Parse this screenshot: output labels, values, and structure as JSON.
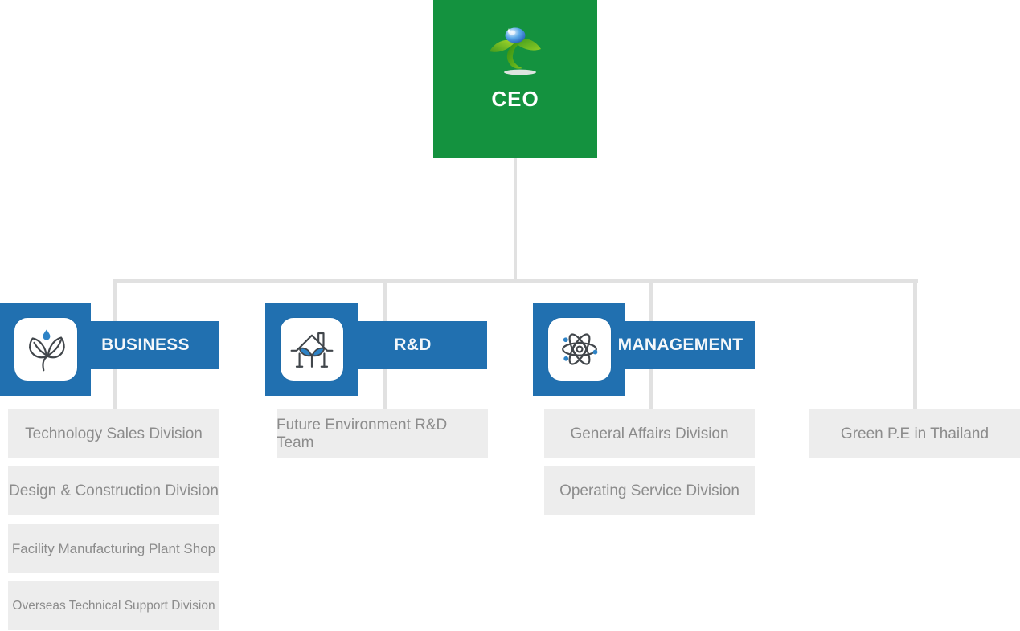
{
  "org": {
    "root": {
      "label": "CEO",
      "logo": "company-plant-logo"
    },
    "branches": [
      {
        "label": "BUSINESS",
        "icon": "plant-droplet-icon",
        "divisions": [
          "Technology Sales Division",
          "Design & Construction Division",
          "Facility Manufacturing Plant Shop",
          "Overseas Technical Support Division"
        ]
      },
      {
        "label": "R&D",
        "icon": "eco-house-icon",
        "divisions": [
          "Future Environment R&D Team"
        ]
      },
      {
        "label": "MANAGEMENT",
        "icon": "atom-icon",
        "divisions": [
          "General Affairs Division",
          "Operating Service Division"
        ]
      },
      {
        "label": "",
        "icon": "",
        "divisions": [
          "Green P.E in Thailand"
        ]
      }
    ],
    "colors": {
      "ceo_green": "#14923f",
      "header_blue": "#2170b0",
      "icon_accent_blue": "#2e83c6",
      "connector_gray": "#e1e1e1",
      "division_bg_gray": "#ededed",
      "division_text_gray": "#8c8c8c"
    }
  }
}
